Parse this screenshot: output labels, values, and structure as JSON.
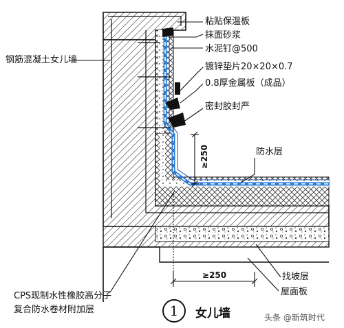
{
  "labels": {
    "parapet": "钢筋混凝土女儿墙",
    "insulation": "粘贴保温板",
    "mortar": "抹面砂浆",
    "nail": "水泥钉@500",
    "washer": "镀锌垫片20×20×0.7",
    "metal_plate": "0.8厚金属板（成品）",
    "sealant": "密封胶封严",
    "waterproof": "防水层",
    "slope": "找坡层",
    "roof_slab": "屋面板",
    "cps_line1": "CPS现制水性橡胶高分子",
    "cps_line2": "复合防水卷材附加层"
  },
  "dimensions": {
    "vertical": "≥250",
    "horizontal": "≥250"
  },
  "title": {
    "number": "1",
    "text": "女儿墙"
  },
  "watermark": "头条 @新筑时代",
  "colors": {
    "membrane": "#2a7bd6",
    "line": "#111111"
  }
}
